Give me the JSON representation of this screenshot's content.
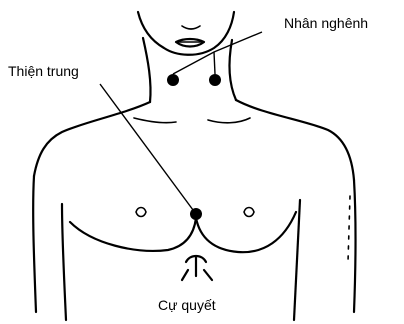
{
  "labels": {
    "nhan_nghenh": "Nhân nghênh",
    "thien_trung": "Thiện trung",
    "cu_quyet": "Cự quyết"
  }
}
